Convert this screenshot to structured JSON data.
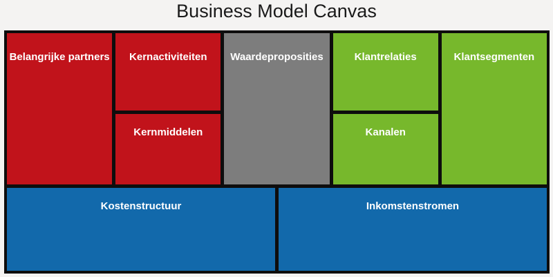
{
  "title": "Business Model Canvas",
  "colors": {
    "background": "#f4f3f2",
    "grid_border": "#0e0d0d",
    "red": "#c1131b",
    "green": "#77b82c",
    "gray": "#7d7d7d",
    "blue": "#1269ab",
    "label_text": "#ffffff",
    "title_text": "#1a1a1a"
  },
  "canvas": {
    "blocks": [
      {
        "id": "belangrijke-partners",
        "label": "Belangrijke partners",
        "color_key": "red"
      },
      {
        "id": "kernactiviteiten",
        "label": "Kernactiviteiten",
        "color_key": "red"
      },
      {
        "id": "kernmiddelen",
        "label": "Kernmiddelen",
        "color_key": "red"
      },
      {
        "id": "waardeproposities",
        "label": "Waardeproposities",
        "color_key": "gray"
      },
      {
        "id": "klantrelaties",
        "label": "Klantrelaties",
        "color_key": "green"
      },
      {
        "id": "kanalen",
        "label": "Kanalen",
        "color_key": "green"
      },
      {
        "id": "klantsegmenten",
        "label": "Klantsegmenten",
        "color_key": "green"
      },
      {
        "id": "kostenstructuur",
        "label": "Kostenstructuur",
        "color_key": "blue"
      },
      {
        "id": "inkomstenstromen",
        "label": "Inkomstenstromen",
        "color_key": "blue"
      }
    ]
  }
}
